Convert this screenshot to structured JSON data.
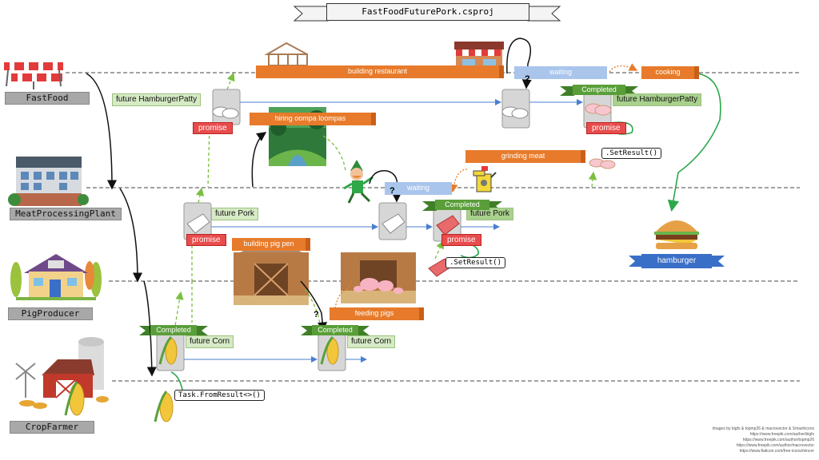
{
  "title": "FastFoodFuturePork.csproj",
  "lanes": [
    "FastFood",
    "MeatProcessingPlant",
    "PigProducer",
    "CropFarmer"
  ],
  "tasks": {
    "building_restaurant": "building restaurant",
    "hiring_oompa_loompas": "hiring oompa loompas",
    "grinding_meat": "grinding meat",
    "building_pig_pen": "building pig pen",
    "feeding_pigs": "feeding pigs",
    "cooking": "cooking"
  },
  "waiting": "waiting",
  "question": "?",
  "futures": {
    "hamburger_patty": "future HamburgerPatty",
    "pork": "future Pork",
    "corn": "future Corn"
  },
  "promise": "promise",
  "completed": "Completed",
  "set_result": ".SetResult()",
  "from_result": "Task.FromResult<>()",
  "hamburger": "hamburger",
  "credits": [
    "Images by bigfx & topmp26 & macrovector & Smashicons",
    "https://www.freepik.com/author/bigfx",
    "https://www.freepik.com/author/topmp26",
    "https://www.freepik.com/author/macrovector",
    "https://www.flaticon.com/free-icons/mincer"
  ],
  "colors": {
    "orange": "#e77b2b",
    "green_arrow": "#2aa84a",
    "dashed_green": "#7bbf3f",
    "blue_arrow": "#4a7fd0",
    "promise_red": "#e84c4c",
    "completed_green": "#5a9e3a",
    "label_gray": "#a8a8a8",
    "ribbon_blue": "#3a6fc7"
  }
}
